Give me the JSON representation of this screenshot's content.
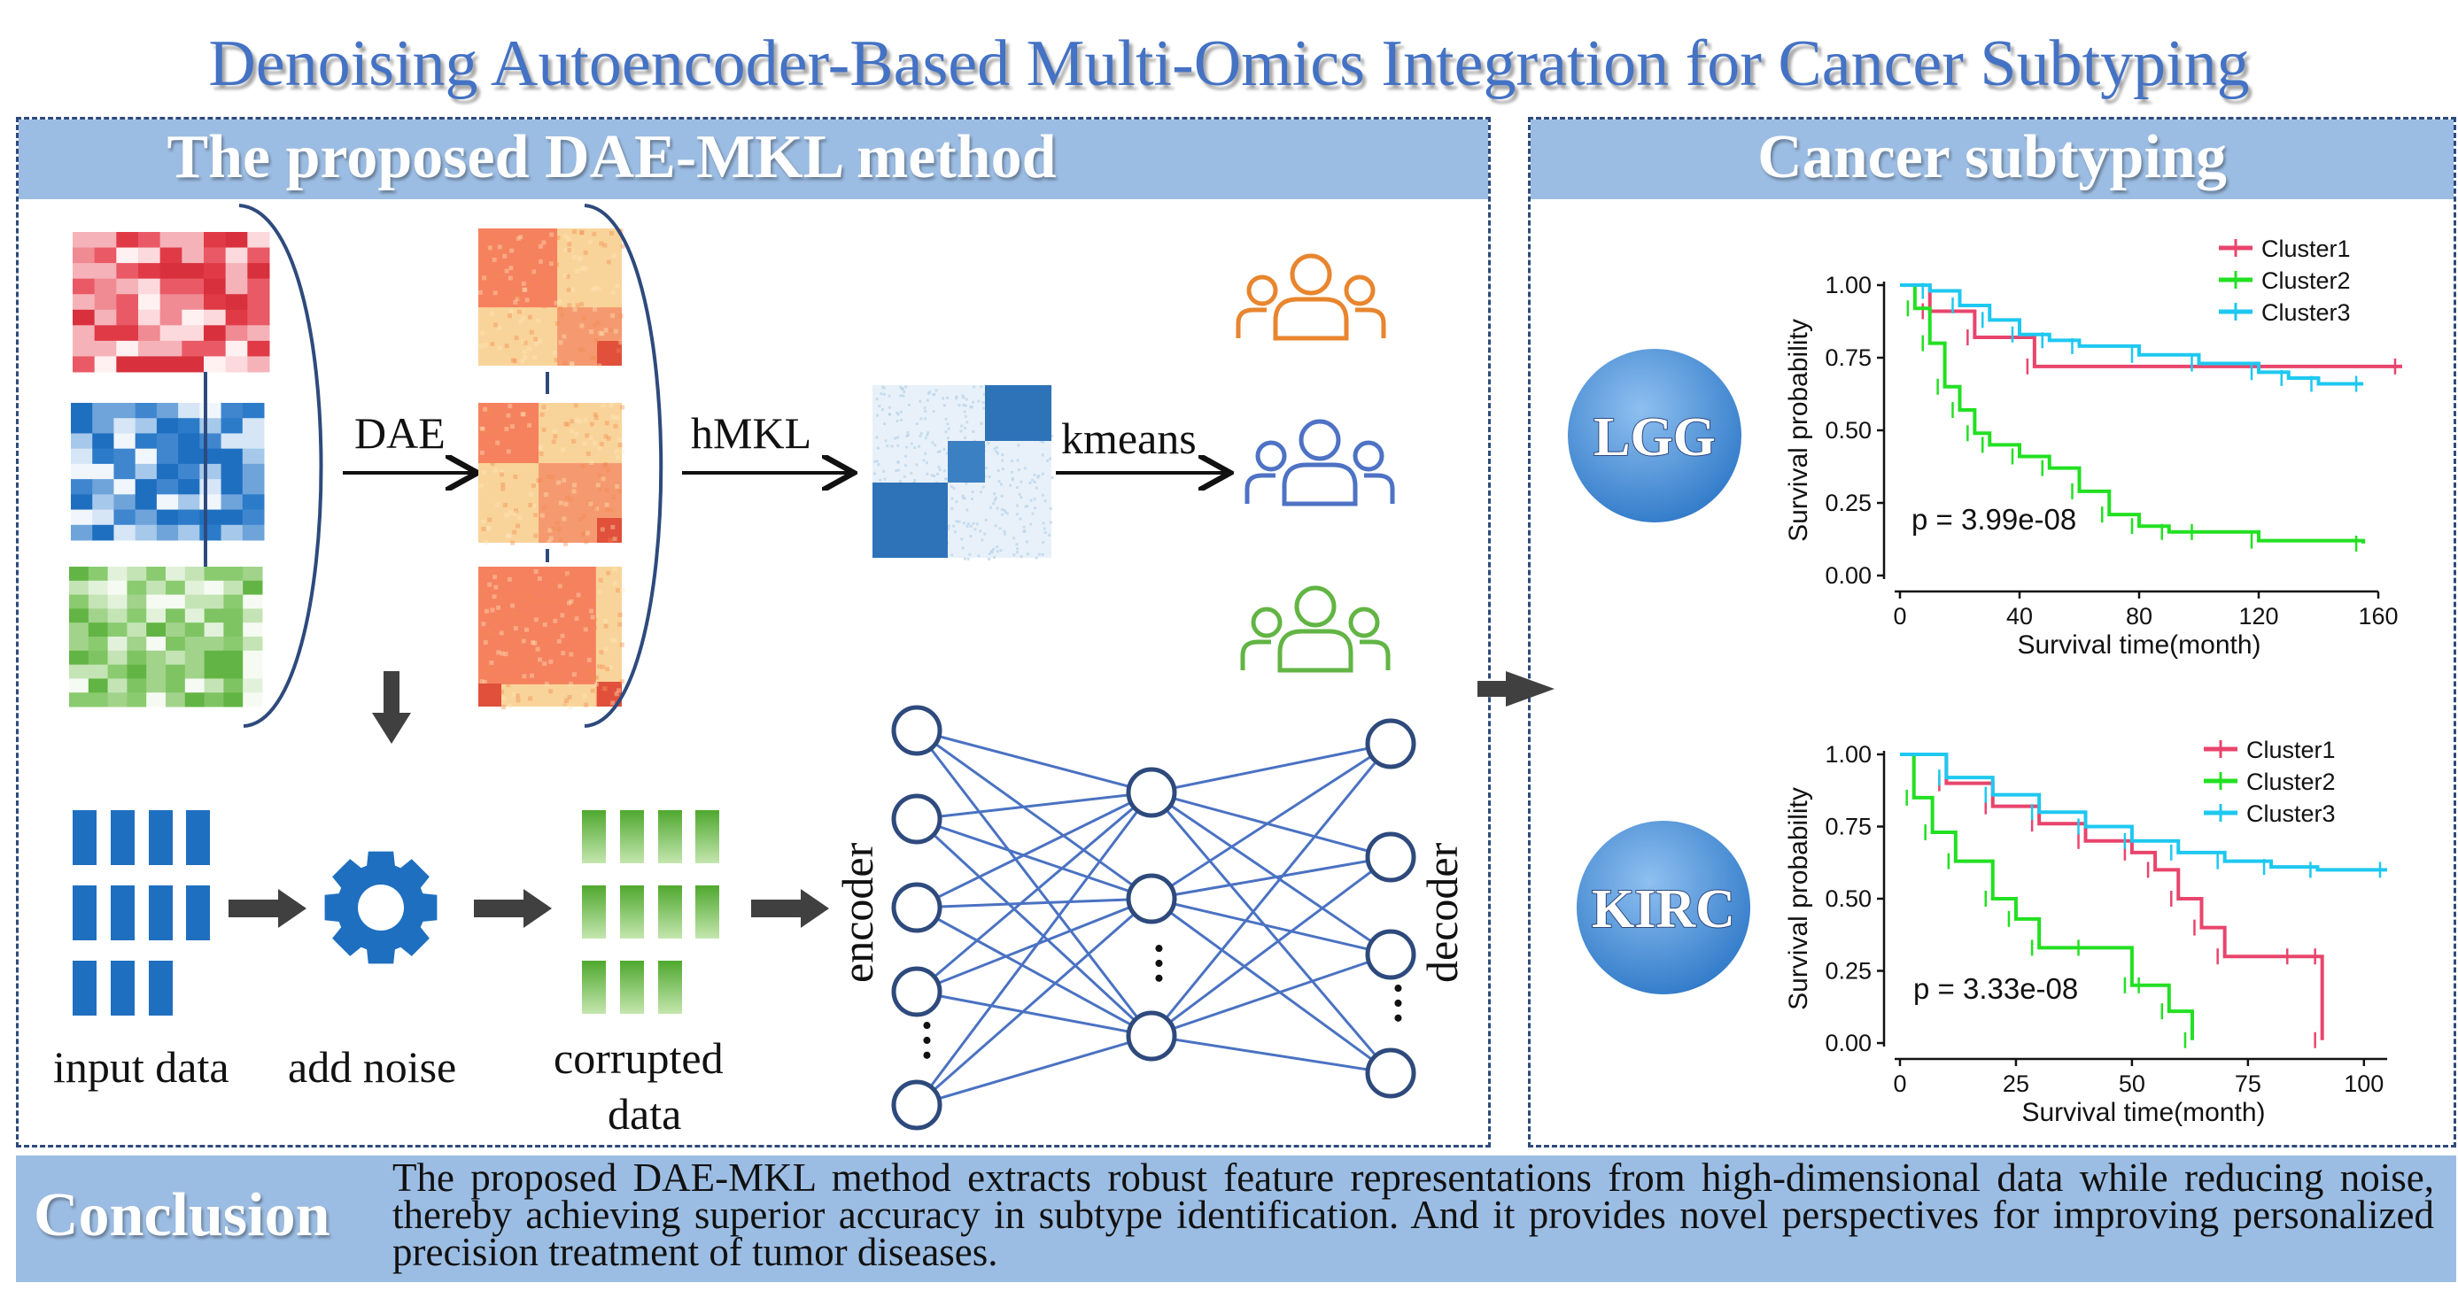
{
  "title": "Denoising Autoencoder-Based Multi-Omics Integration for Cancer Subtyping",
  "left_panel": {
    "heading": "The proposed DAE-MKL method",
    "arrow_dae": "DAE",
    "arrow_hmkl": "hMKL",
    "arrow_kmeans": "kmeans",
    "input_data": "input data",
    "add_noise": "add noise",
    "corrupted_line1": "corrupted",
    "corrupted_line2": "data",
    "encoder": "encoder",
    "decoder": "decoder",
    "ellipsis": "…",
    "colors": {
      "red": "#e03a47",
      "blue": "#1f6fc0",
      "green": "#62b544",
      "orange": "#e8852e",
      "people_blue": "#4e72c4",
      "network": "#4a72c2"
    }
  },
  "right_panel": {
    "heading": "Cancer subtyping",
    "lgg_label": "LGG",
    "kirc_label": "KIRC"
  },
  "conclusion": {
    "label": "Conclusion",
    "text": "The proposed DAE-MKL method extracts robust feature representations from high-dimensional data while reducing noise, thereby achieving superior accuracy in subtype identification. And it provides novel perspectives for improving personalized precision treatment of tumor diseases."
  },
  "chart_data": [
    {
      "type": "line",
      "xlabel": "Survival time(month)",
      "ylabel": "Survival probability",
      "xticks": [
        "0",
        "40",
        "80",
        "120",
        "160"
      ],
      "yticks": [
        "0.00",
        "0.25",
        "0.50",
        "0.75",
        "1.00"
      ],
      "xlim": [
        0,
        160
      ],
      "ylim": [
        0,
        1
      ],
      "annotation": "p = 3.99e-08",
      "series": [
        {
          "name": "Cluster1",
          "color": "#e8456c",
          "x": [
            0,
            10,
            25,
            45,
            168
          ],
          "y": [
            1.0,
            0.91,
            0.82,
            0.72,
            0.72
          ]
        },
        {
          "name": "Cluster2",
          "color": "#22e022",
          "x": [
            0,
            5,
            10,
            15,
            20,
            25,
            30,
            40,
            50,
            60,
            70,
            80,
            90,
            100,
            120,
            155
          ],
          "y": [
            1.0,
            0.92,
            0.8,
            0.65,
            0.57,
            0.49,
            0.45,
            0.41,
            0.37,
            0.29,
            0.21,
            0.17,
            0.15,
            0.15,
            0.12,
            0.11
          ]
        },
        {
          "name": "Cluster3",
          "color": "#1ec8f0",
          "x": [
            0,
            10,
            20,
            30,
            40,
            50,
            60,
            80,
            100,
            120,
            130,
            140,
            155
          ],
          "y": [
            1.0,
            0.98,
            0.93,
            0.88,
            0.83,
            0.81,
            0.79,
            0.76,
            0.73,
            0.7,
            0.68,
            0.66,
            0.66
          ]
        }
      ]
    },
    {
      "type": "line",
      "xlabel": "Survival time(month)",
      "ylabel": "Survival probability",
      "xticks": [
        "0",
        "25",
        "50",
        "75",
        "100"
      ],
      "yticks": [
        "0.00",
        "0.25",
        "0.50",
        "0.75",
        "1.00"
      ],
      "xlim": [
        0,
        105
      ],
      "ylim": [
        0,
        1
      ],
      "annotation": "p = 3.33e-08",
      "series": [
        {
          "name": "Cluster1",
          "color": "#e8456c",
          "x": [
            0,
            10,
            20,
            30,
            40,
            50,
            55,
            60,
            65,
            70,
            85,
            91,
            91
          ],
          "y": [
            1.0,
            0.9,
            0.82,
            0.76,
            0.7,
            0.66,
            0.6,
            0.5,
            0.4,
            0.3,
            0.3,
            0.3,
            0.01
          ]
        },
        {
          "name": "Cluster2",
          "color": "#22e022",
          "x": [
            0,
            3,
            7,
            12,
            20,
            25,
            30,
            40,
            50,
            53,
            58,
            63
          ],
          "y": [
            1.0,
            0.85,
            0.73,
            0.63,
            0.5,
            0.43,
            0.33,
            0.33,
            0.2,
            0.2,
            0.11,
            0.01
          ]
        },
        {
          "name": "Cluster3",
          "color": "#1ec8f0",
          "x": [
            0,
            10,
            20,
            30,
            40,
            50,
            60,
            70,
            80,
            90,
            105
          ],
          "y": [
            1.0,
            0.92,
            0.86,
            0.8,
            0.75,
            0.7,
            0.66,
            0.63,
            0.61,
            0.6,
            0.6
          ]
        }
      ]
    }
  ]
}
